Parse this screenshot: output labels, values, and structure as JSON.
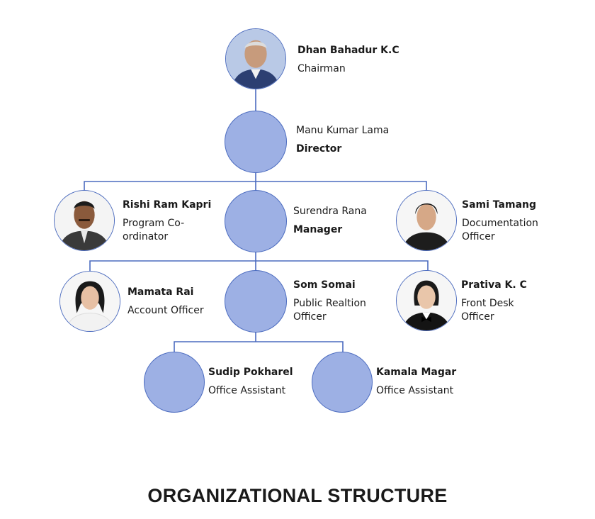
{
  "chart_title": "ORGANIZATIONAL STRUCTURE",
  "colors": {
    "node_fill": "#9db0e4",
    "node_border": "#4b6bbf",
    "line": "#4b6bbf"
  },
  "members": {
    "chairman": {
      "name": "Dhan Bahadur K.C",
      "role": "Chairman"
    },
    "director": {
      "name": "Manu Kumar Lama",
      "role": "Director"
    },
    "program_coordinator": {
      "name": "Rishi Ram Kapri",
      "role": "Program Co-\nordinator"
    },
    "manager": {
      "name": "Surendra Rana",
      "role": "Manager"
    },
    "documentation_officer": {
      "name": "Sami Tamang",
      "role": "Documentation\nOfficer"
    },
    "account_officer": {
      "name": "Mamata Rai",
      "role": "Account Officer"
    },
    "public_relation_officer": {
      "name": "Som Somai",
      "role": "Public Realtion\nOfficer"
    },
    "front_desk_officer": {
      "name": "Prativa K. C",
      "role": "Front Desk\nOfficer"
    },
    "office_assistant_1": {
      "name": "Sudip Pokharel",
      "role": "Office Assistant"
    },
    "office_assistant_2": {
      "name": "Kamala Magar",
      "role": "Office Assistant"
    }
  }
}
